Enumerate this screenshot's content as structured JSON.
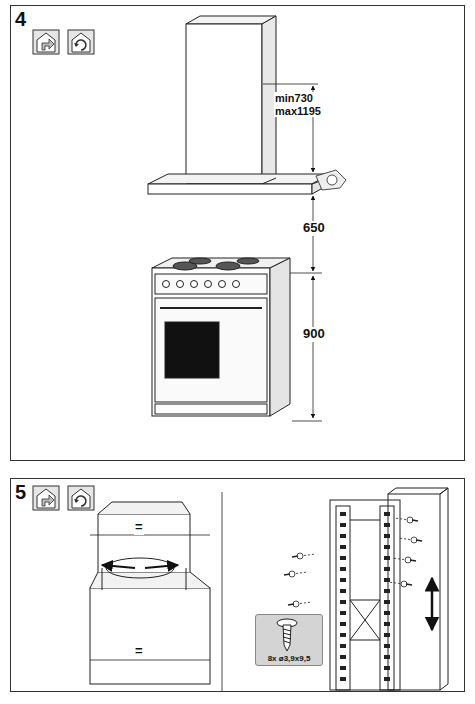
{
  "diagram": {
    "nodes": [
      {
        "text": [
          "4"
        ]
      },
      {
        "text": [
          "5"
        ]
      },
      {
        "text": [
          "8x ø3,9x9,5"
        ],
        "in": 1
      }
    ],
    "labels": [
      "min730 max1195",
      "650",
      "900",
      "=",
      "="
    ]
  }
}
